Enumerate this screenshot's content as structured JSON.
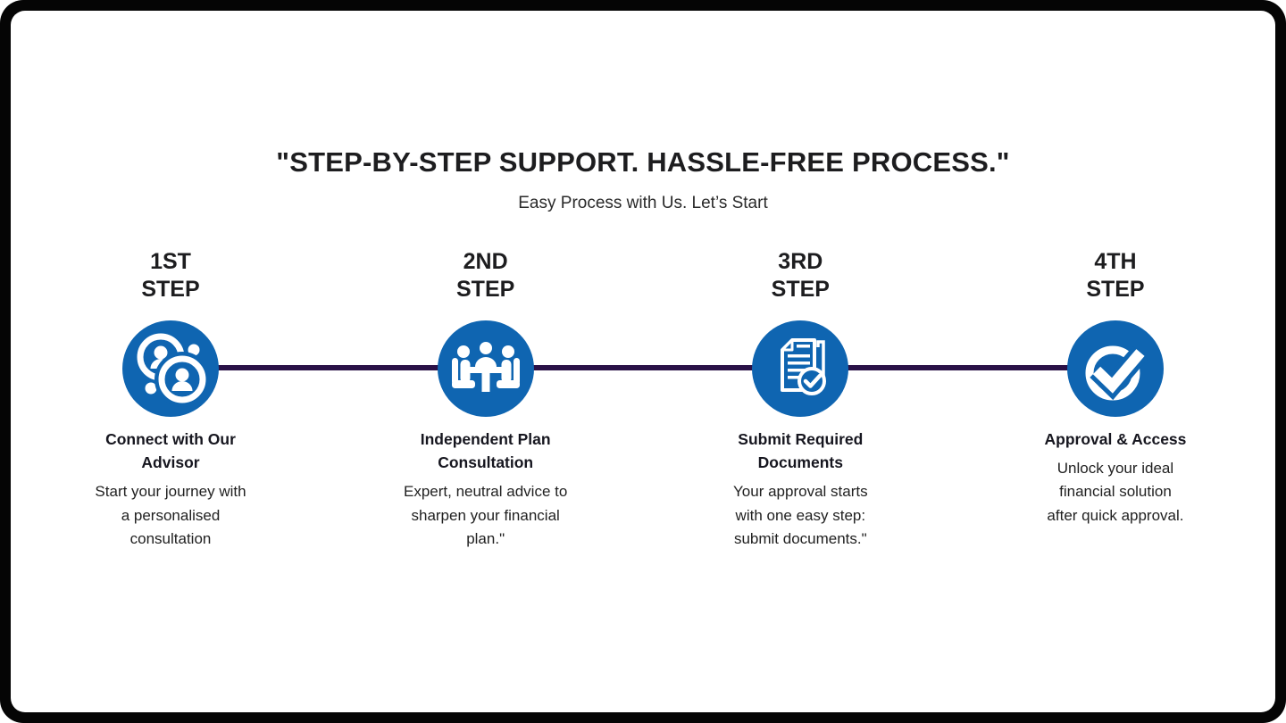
{
  "header": {
    "title": "\"STEP-BY-STEP SUPPORT. HASSLE-FREE PROCESS.\"",
    "subtitle": "Easy Process with Us. Let’s Start"
  },
  "colors": {
    "circle_blue": "#0f65b1",
    "connector_purple": "#2a1147",
    "frame_black": "#050505",
    "text_dark": "#1d1d1f"
  },
  "steps": [
    {
      "label": "1ST\nSTEP",
      "icon": "advisor-people-icon",
      "title": "Connect with Our Advisor",
      "description": "Start your journey with a personalised consultation"
    },
    {
      "label": "2ND\nSTEP",
      "icon": "consultation-meeting-icon",
      "title": "Independent Plan Consultation",
      "description": "Expert, neutral advice to sharpen your financial plan.\""
    },
    {
      "label": "3RD\nSTEP",
      "icon": "documents-check-icon",
      "title": "Submit Required Documents",
      "description": "Your approval starts with one easy step: submit documents.\""
    },
    {
      "label": "4TH\nSTEP",
      "icon": "approval-check-icon",
      "title": "Approval & Access",
      "description": "Unlock your ideal financial solution after quick approval."
    }
  ]
}
